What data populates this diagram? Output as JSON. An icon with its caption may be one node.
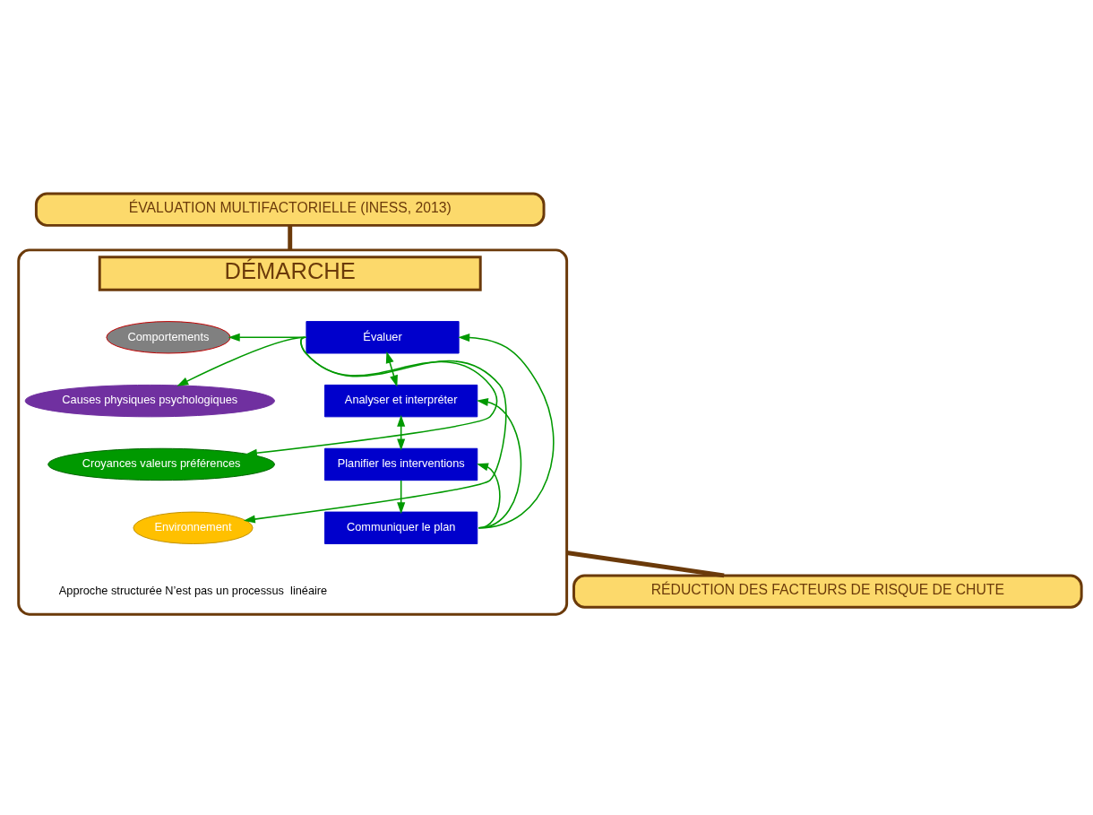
{
  "diagram": {
    "nodes": [
      {
        "text": [
          "ÉVALUATION MULTIFACTORIELLE (INESS, 2013)"
        ]
      },
      {
        "text": [],
        "shape": "box"
      },
      {
        "text": [
          "DÉMARCHE"
        ],
        "in": 1
      },
      {
        "text": [
          "Comportements"
        ],
        "in": 1
      },
      {
        "text": [
          "Causes physiques psychologiques"
        ],
        "in": 1
      },
      {
        "text": [
          "Croyances valeurs préférences"
        ],
        "in": 1
      },
      {
        "text": [
          "Environnement"
        ],
        "in": 1
      },
      {
        "text": [
          "Évaluer"
        ],
        "in": 1
      },
      {
        "text": [
          "Analyser et interpréter"
        ],
        "in": 1
      },
      {
        "text": [
          "Planifier les interventions"
        ],
        "in": 1
      },
      {
        "text": [
          "Communiquer le plan"
        ],
        "in": 1
      },
      {
        "text": [
          "RÉDUCTION DES FACTEURS DE RISQUE DE CHUTE"
        ]
      }
    ],
    "edges": [
      {
        "from": 0,
        "to": 1,
        "arrow": "none",
        "style": "thick",
        "color": "#6b3a0a"
      },
      {
        "from": 7,
        "to": 3,
        "arrow": "to"
      },
      {
        "from": 7,
        "to": 4,
        "arrow": "to"
      },
      {
        "from": 7,
        "to": 5,
        "arrow": "to"
      },
      {
        "from": 7,
        "to": 6,
        "arrow": "to"
      },
      {
        "from": 7,
        "to": 8,
        "arrow": "both"
      },
      {
        "from": 8,
        "to": 9,
        "arrow": "both"
      },
      {
        "from": 9,
        "to": 10,
        "arrow": "to"
      },
      {
        "from": 10,
        "to": 7,
        "arrow": "to"
      },
      {
        "from": 10,
        "to": 8,
        "arrow": "to"
      },
      {
        "from": 10,
        "to": 9,
        "arrow": "to"
      },
      {
        "from": 1,
        "to": 11,
        "arrow": "none",
        "style": "thick",
        "color": "#6b3a0a"
      }
    ],
    "labels": [
      "Approche structurée N’est pas un processus  linéaire"
    ]
  }
}
